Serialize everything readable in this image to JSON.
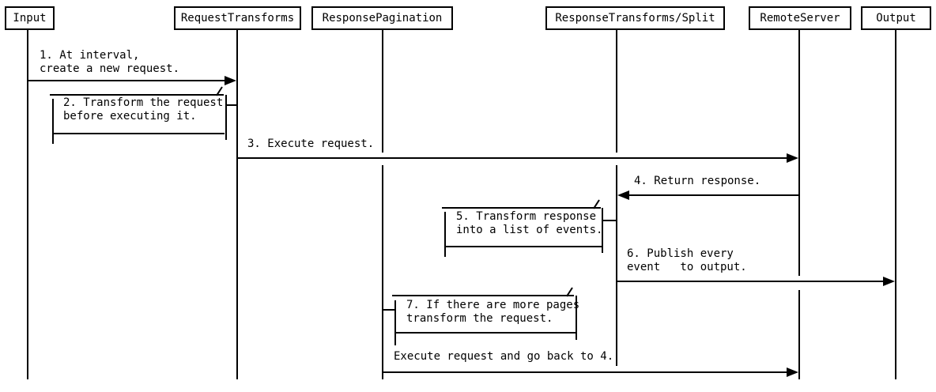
{
  "diagram": {
    "type": "sequence-diagram",
    "background": "#ffffff",
    "line_color": "#000000",
    "actors": [
      {
        "id": "input",
        "label": "Input"
      },
      {
        "id": "request-transforms",
        "label": "RequestTransforms"
      },
      {
        "id": "response-pagination",
        "label": "ResponsePagination"
      },
      {
        "id": "response-transforms-split",
        "label": "ResponseTransforms/Split"
      },
      {
        "id": "remote-server",
        "label": "RemoteServer"
      },
      {
        "id": "output",
        "label": "Output"
      }
    ],
    "messages": [
      {
        "step": "1",
        "kind": "arrow",
        "from": "Input",
        "to": "RequestTransforms",
        "label": "1. At interval,\ncreate a new request."
      },
      {
        "step": "2",
        "kind": "note",
        "on": "RequestTransforms",
        "label": "2. Transform the request\nbefore executing it."
      },
      {
        "step": "3",
        "kind": "arrow",
        "from": "RequestTransforms",
        "to": "RemoteServer",
        "label": "3. Execute request."
      },
      {
        "step": "4",
        "kind": "arrow",
        "from": "RemoteServer",
        "to": "ResponseTransforms/Split",
        "label": "4. Return response."
      },
      {
        "step": "5",
        "kind": "note",
        "on": "ResponseTransforms/Split",
        "label": "5. Transform response\ninto a list of events."
      },
      {
        "step": "6",
        "kind": "arrow",
        "from": "ResponseTransforms/Split",
        "to": "Output",
        "label": "6. Publish every\nevent   to output."
      },
      {
        "step": "7",
        "kind": "note",
        "on": "ResponsePagination",
        "label": "7. If there are more pages\ntransform the request."
      },
      {
        "step": "8",
        "kind": "arrow",
        "from": "ResponsePagination",
        "to": "RemoteServer",
        "label": "Execute request and go back to 4."
      }
    ]
  }
}
